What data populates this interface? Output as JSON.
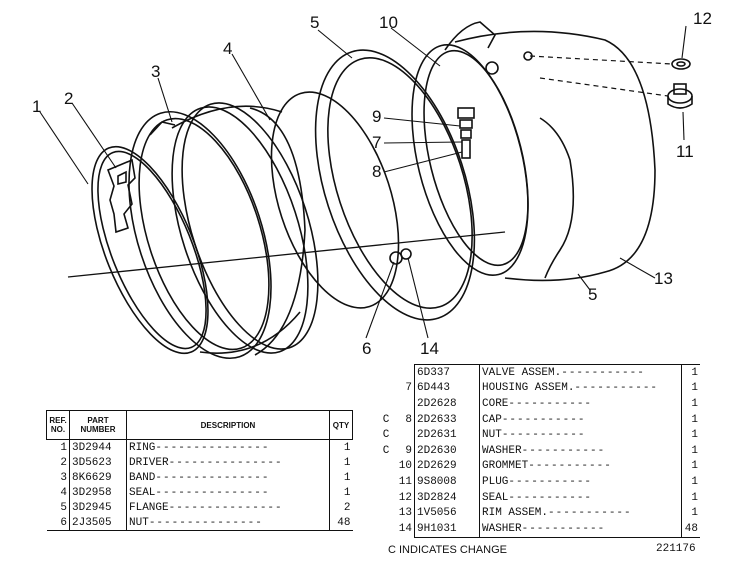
{
  "callouts": {
    "c1": "1",
    "c2": "2",
    "c3": "3",
    "c4": "4",
    "c5a": "5",
    "c5b": "5",
    "c6": "6",
    "c7": "7",
    "c8": "8",
    "c9": "9",
    "c10": "10",
    "c11": "11",
    "c12": "12",
    "c13": "13",
    "c14": "14"
  },
  "left_table": {
    "headers": {
      "ref": "REF.\nNO.",
      "part": "PART\nNUMBER",
      "desc": "DESCRIPTION",
      "qty": "QTY"
    },
    "rows": [
      {
        "ref": "1",
        "part": "3D2944",
        "desc": "RING",
        "qty": "1"
      },
      {
        "ref": "2",
        "part": "3D5623",
        "desc": "DRIVER",
        "qty": "1"
      },
      {
        "ref": "3",
        "part": "8K6629",
        "desc": "BAND",
        "qty": "1"
      },
      {
        "ref": "4",
        "part": "3D2958",
        "desc": "SEAL",
        "qty": "1"
      },
      {
        "ref": "5",
        "part": "3D2945",
        "desc": "FLANGE",
        "qty": "2"
      },
      {
        "ref": "6",
        "part": "2J3505",
        "desc": "NUT",
        "qty": "48"
      }
    ]
  },
  "right_table": {
    "rows": [
      {
        "chg": "",
        "ref": "",
        "part": "6D337",
        "desc": "VALVE ASSEM.",
        "qty": "1",
        "indent": 1
      },
      {
        "chg": "",
        "ref": "7",
        "part": "6D443",
        "desc": "HOUSING ASSEM.",
        "qty": "1",
        "indent": 2
      },
      {
        "chg": "",
        "ref": "",
        "part": "2D2628",
        "desc": "CORE",
        "qty": "1",
        "indent": 3
      },
      {
        "chg": "C",
        "ref": "8",
        "part": "2D2633",
        "desc": "CAP",
        "qty": "1",
        "indent": 3
      },
      {
        "chg": "C",
        "ref": "",
        "part": "2D2631",
        "desc": "NUT",
        "qty": "1",
        "indent": 2
      },
      {
        "chg": "C",
        "ref": "9",
        "part": "2D2630",
        "desc": "WASHER",
        "qty": "1",
        "indent": 2
      },
      {
        "chg": "",
        "ref": "10",
        "part": "2D2629",
        "desc": "GROMMET",
        "qty": "1",
        "indent": 2
      },
      {
        "chg": "",
        "ref": "11",
        "part": "9S8008",
        "desc": "PLUG",
        "qty": "1",
        "indent": 1
      },
      {
        "chg": "",
        "ref": "12",
        "part": "3D2824",
        "desc": "SEAL",
        "qty": "1",
        "indent": 1
      },
      {
        "chg": "",
        "ref": "13",
        "part": "1V5056",
        "desc": "RIM ASSEM.",
        "qty": "1",
        "indent": 1
      },
      {
        "chg": "",
        "ref": "14",
        "part": "9H1031",
        "desc": "WASHER",
        "qty": "48",
        "indent": 1
      }
    ]
  },
  "footnote": "C INDICATES CHANGE",
  "figure_number": "221176"
}
